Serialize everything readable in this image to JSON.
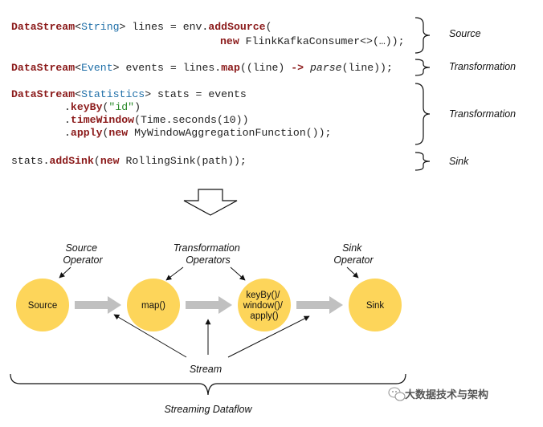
{
  "code": {
    "line1": {
      "ds": "DataStream",
      "lt": "<",
      "type": "String",
      "gt": ">",
      "rest1": " lines = env.",
      "method": "addSource",
      "rest2": "("
    },
    "line1b": {
      "kw": "new",
      "rest": " FlinkKafkaConsumer<>(…));"
    },
    "line2": {
      "ds": "DataStream",
      "lt": "<",
      "type": "Event",
      "gt": ">",
      "rest1": " events = lines.",
      "method": "map",
      "rest2": "((line) ",
      "arrow": "->",
      "space": " ",
      "fn": "parse",
      "rest3": "(line));"
    },
    "line3": {
      "ds": "DataStream",
      "lt": "<",
      "type": "Statistics",
      "gt": ">",
      "rest1": " stats = events"
    },
    "line3b": {
      "dot": ".",
      "method": "keyBy",
      "open": "(",
      "str": "\"id\"",
      "close": ")"
    },
    "line3c": {
      "dot": ".",
      "method": "timeWindow",
      "rest": "(Time.seconds(10))"
    },
    "line3d": {
      "dot": ".",
      "method": "apply",
      "open": "(",
      "kw": "new",
      "rest": " MyWindowAggregationFunction());"
    },
    "line4": {
      "pre": "stats.",
      "method": "addSink",
      "open": "(",
      "kw": "new",
      "rest": " RollingSink(path));"
    }
  },
  "brackets": {
    "source": "Source",
    "transformation1": "Transformation",
    "transformation2": "Transformation",
    "sink": "Sink"
  },
  "diagram": {
    "source_operator": [
      "Source",
      "Operator"
    ],
    "transformation_operators": [
      "Transformation",
      "Operators"
    ],
    "sink_operator": [
      "Sink",
      "Operator"
    ],
    "nodes": {
      "source": "Source",
      "map": "map()",
      "keyby": [
        "keyBy()/",
        "window()/",
        "apply()"
      ],
      "sink": "Sink"
    },
    "stream": "Stream",
    "streaming_dataflow": "Streaming Dataflow"
  },
  "watermark": "大数据技术与架构",
  "colors": {
    "node_fill": "#fdd55a",
    "keyword": "#8b1a1a",
    "type": "#1f6fa8",
    "string": "#2a8a2a",
    "flow_arrow": "#c0c0c0"
  }
}
